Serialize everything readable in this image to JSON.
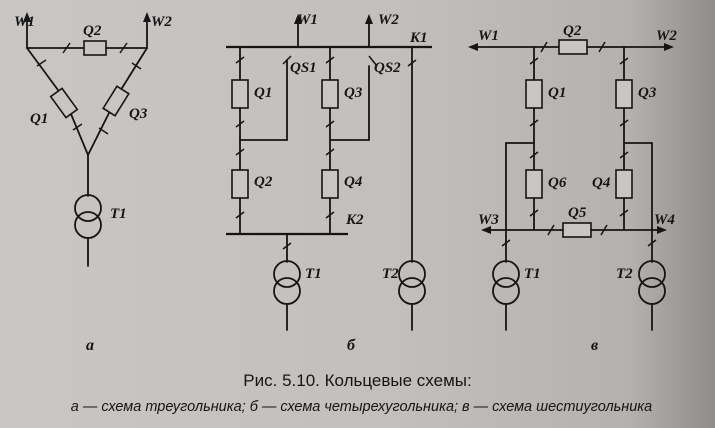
{
  "figure": {
    "caption_title": "Рис. 5.10. Кольцевые схемы:",
    "caption_desc": "а — схема треугольника; б — схема четырехугольника; в — схема шестиугольника"
  },
  "diagram_a": {
    "sublabel": "а",
    "lines": [
      "W1",
      "W2"
    ],
    "breakers": [
      "Q2",
      "Q1",
      "Q3"
    ],
    "transformer": "T1"
  },
  "diagram_b": {
    "sublabel": "б",
    "lines": [
      "W1",
      "W2"
    ],
    "buses": [
      "K1",
      "K2"
    ],
    "disconnectors": [
      "QS1",
      "QS2"
    ],
    "breakers": [
      "Q1",
      "Q3",
      "Q2",
      "Q4"
    ],
    "transformers": [
      "T1",
      "T2"
    ]
  },
  "diagram_c": {
    "sublabel": "в",
    "lines": [
      "W1",
      "W2",
      "W3",
      "W4"
    ],
    "breakers": [
      "Q2",
      "Q1",
      "Q3",
      "Q6",
      "Q4",
      "Q5"
    ],
    "transformers": [
      "T1",
      "T2"
    ]
  }
}
